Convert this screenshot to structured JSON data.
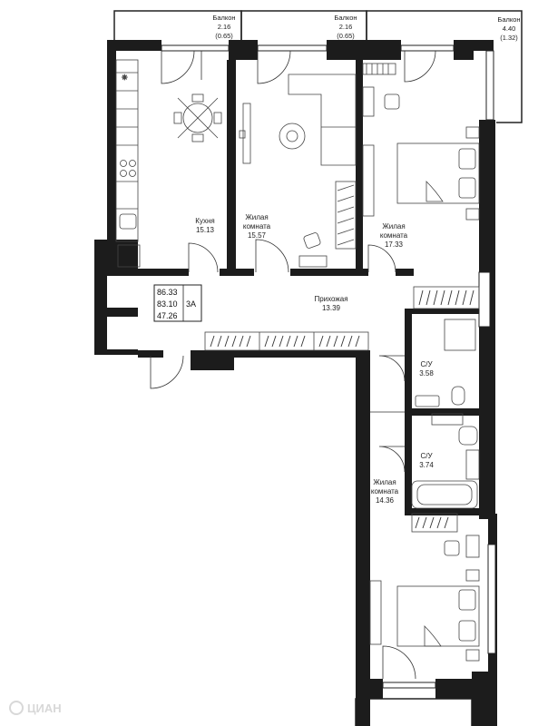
{
  "rooms": {
    "balcony_1": {
      "name": "Балкон",
      "area": "2.16",
      "area_reduced": "(0.65)"
    },
    "balcony_2": {
      "name": "Балкон",
      "area": "2.16",
      "area_reduced": "(0.65)"
    },
    "balcony_3": {
      "name": "Балкон",
      "area": "4.40",
      "area_reduced": "(1.32)"
    },
    "kitchen": {
      "name": "Кухня",
      "area": "15.13"
    },
    "living_1": {
      "name_line1": "Жилая",
      "name_line2": "комната",
      "area": "15.57"
    },
    "living_2": {
      "name_line1": "Жилая",
      "name_line2": "комната",
      "area": "17.33"
    },
    "hallway": {
      "name": "Прихожая",
      "area": "13.39"
    },
    "bathroom_1": {
      "name": "С/У",
      "area": "3.58"
    },
    "bathroom_2": {
      "name": "С/У",
      "area": "3.74"
    },
    "living_3": {
      "name_line1": "Жилая",
      "name_line2": "комната",
      "area": "14.36"
    }
  },
  "summary": {
    "total_area": "86.33",
    "total_area_2": "83.10",
    "living_area": "47.26",
    "type": "3А"
  },
  "watermark": "ЦИАН"
}
